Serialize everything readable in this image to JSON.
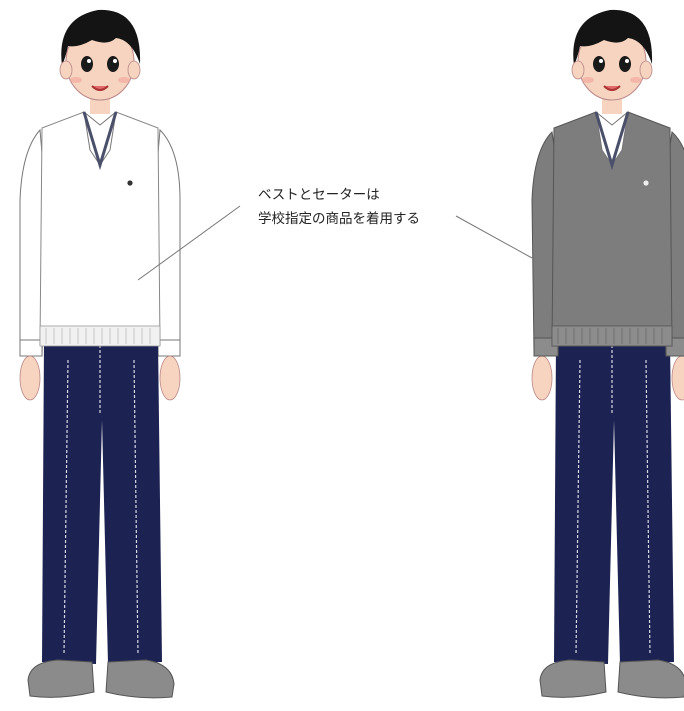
{
  "callout": {
    "line1": "ベストとセーターは",
    "line2": "学校指定の商品を着用する"
  },
  "figures": [
    {
      "name": "student-in-vest",
      "garment": "vest",
      "garment_color": "#ffffff"
    },
    {
      "name": "student-in-sweater",
      "garment": "sweater",
      "garment_color": "#7d7d7d"
    }
  ],
  "colors": {
    "hair": "#141414",
    "skin": "#f6d4bf",
    "trousers": "#1c2352",
    "shoes": "#8b8b8b",
    "shirt": "#ffffff",
    "trim": "#4a4f6a"
  }
}
